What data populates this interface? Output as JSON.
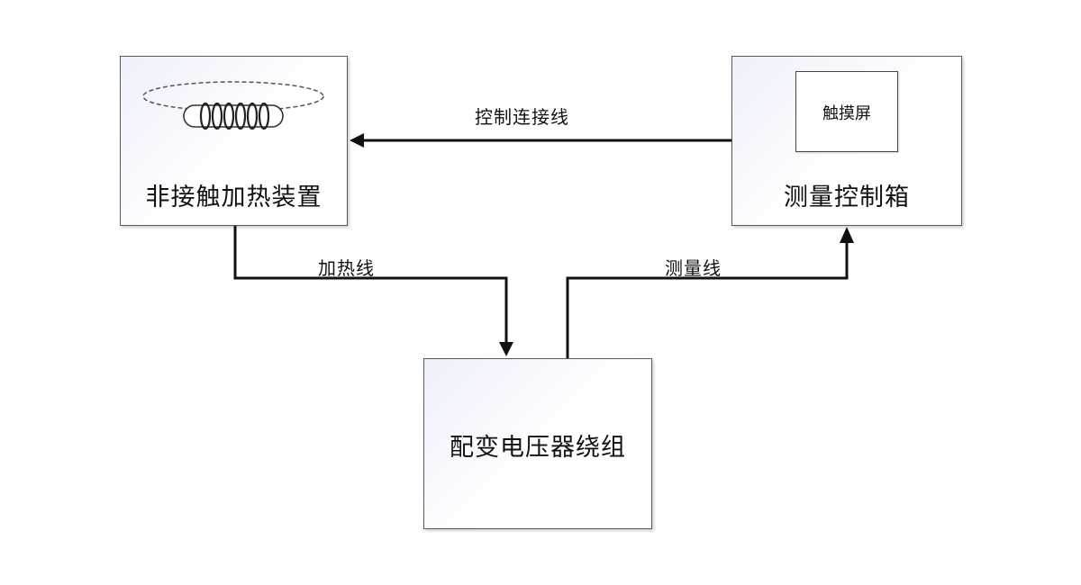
{
  "nodes": {
    "heater": {
      "label": "非接触加热装置",
      "icon": "coil-icon"
    },
    "control_box": {
      "label": "测量控制箱",
      "touchscreen": "触摸屏"
    },
    "transformer": {
      "label": "配变电压器绕组"
    }
  },
  "edges": {
    "control_line": "控制连接线",
    "heating_line": "加热线",
    "measure_line": "测量线"
  },
  "colors": {
    "line": "#111111",
    "box_border": "#5a5a5a",
    "box_gradient": "#eef0fb"
  }
}
